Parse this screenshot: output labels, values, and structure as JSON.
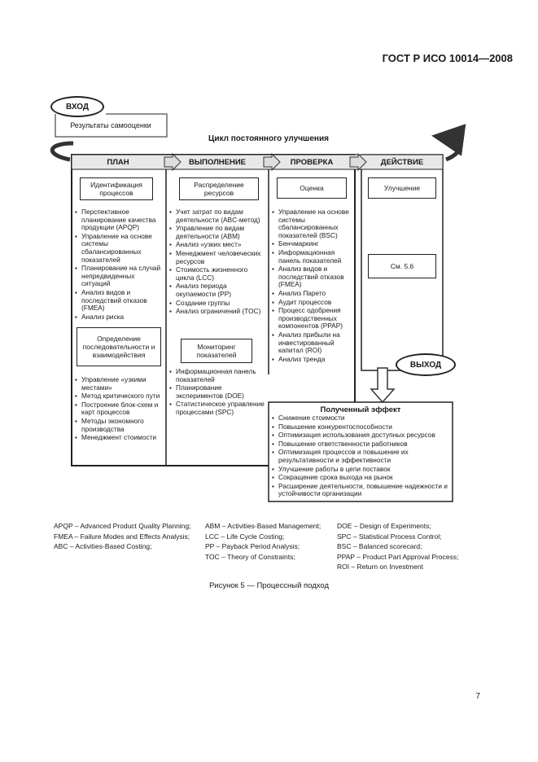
{
  "header": {
    "doc_id": "ГОСТ Р ИСО 10014—2008"
  },
  "input": {
    "oval_label": "ВХОД",
    "self_assessment": "Результаты самооценки"
  },
  "cycle": {
    "title": "Цикл постоянного улучшения"
  },
  "output": {
    "oval_label": "ВЫХОД"
  },
  "columns": {
    "plan": {
      "title": "ПЛАН",
      "top_box": "Идентификация процессов",
      "items1": [
        "Перспективное планирование качества продукции (APQP)",
        "Управление на основе системы сбалансированных показателей",
        "Планирование на случай непредвиденных ситуаций",
        "Анализ видов и последствий отказов (FMEA)",
        "Анализ риска"
      ],
      "mid_box": "Определение последовательности и взаимодействия",
      "items2": [
        "Управление «узкими местами»",
        "Метод критического пути",
        "Построение блок-схем и карт процессов",
        "Методы экономного производства",
        "Менеджмент стоимости"
      ]
    },
    "do": {
      "title": "ВЫПОЛНЕНИЕ",
      "top_box": "Распределение ресурсов",
      "items1": [
        "Учет затрат по видам деятельности (ABC-метод)",
        "Управление по видам деятельности (ABM)",
        "Анализ «узких мест»",
        "Менеджмент человеческих ресурсов",
        "Стоимость жизненного цикла (LCC)",
        "Анализ периода окупаемости (PP)",
        "Создание группы",
        "Анализ ограничений (TOC)"
      ],
      "mid_box": "Мониторинг показателей",
      "items2": [
        "Информационная панель показателей",
        "Планирование экспериментов (DOE)",
        "Статистическое управление процессами (SPC)"
      ]
    },
    "check": {
      "title": "ПРОВЕРКА",
      "top_box": "Оценка",
      "items1": [
        "Управление на основе системы сбалансированных показателей (BSC)",
        "Бенчмаркинг",
        "Информационная панель показателей",
        "Анализ видов и последствий отказов (FMEA)",
        "Анализ Парето",
        "Аудит процессов",
        "Процесс одобрения производственных компонентов (PPAP)",
        "Анализ прибыли на инвестированный капитал (ROI)",
        "Анализ тренда"
      ]
    },
    "act": {
      "title": "ДЕЙСТВИЕ",
      "top_box": "Улучшение",
      "mid_box": "См. 5.6"
    }
  },
  "effect": {
    "title": "Полученный эффект",
    "items": [
      "Снижение стоимости",
      "Повышение конкурентоспособности",
      "Оптимизация использования доступных ресурсов",
      "Повышение ответственности работников",
      "Оптимизация процессов и повышение их результативности и эффективности",
      "Улучшение работы в цепи поставок",
      "Сокращение срока выхода на рынок",
      "Расширение деятельности, повышение надежности и устойчивости организации"
    ]
  },
  "abbreviations": {
    "col1": [
      "APQP – Advanced Product Quality Planning;",
      "FMEA – Failure Modes and Effects Analysis;",
      "ABC – Activities-Based Costing;"
    ],
    "col2": [
      "ABM – Activities-Based Management;",
      "LCC – Life Cycle Costing;",
      "PP – Payback Period Analysis;",
      "TOC – Theory of Constraints;"
    ],
    "col3": [
      "DOE – Design of Experiments;",
      "SPC – Statistical Process Control;",
      "BSC – Balanced scorecard;",
      "PPAP – Product Part Approval Process;",
      "ROI – Return on Investment"
    ]
  },
  "caption": "Рисунок 5 — Процессный подход",
  "page_number": "7"
}
